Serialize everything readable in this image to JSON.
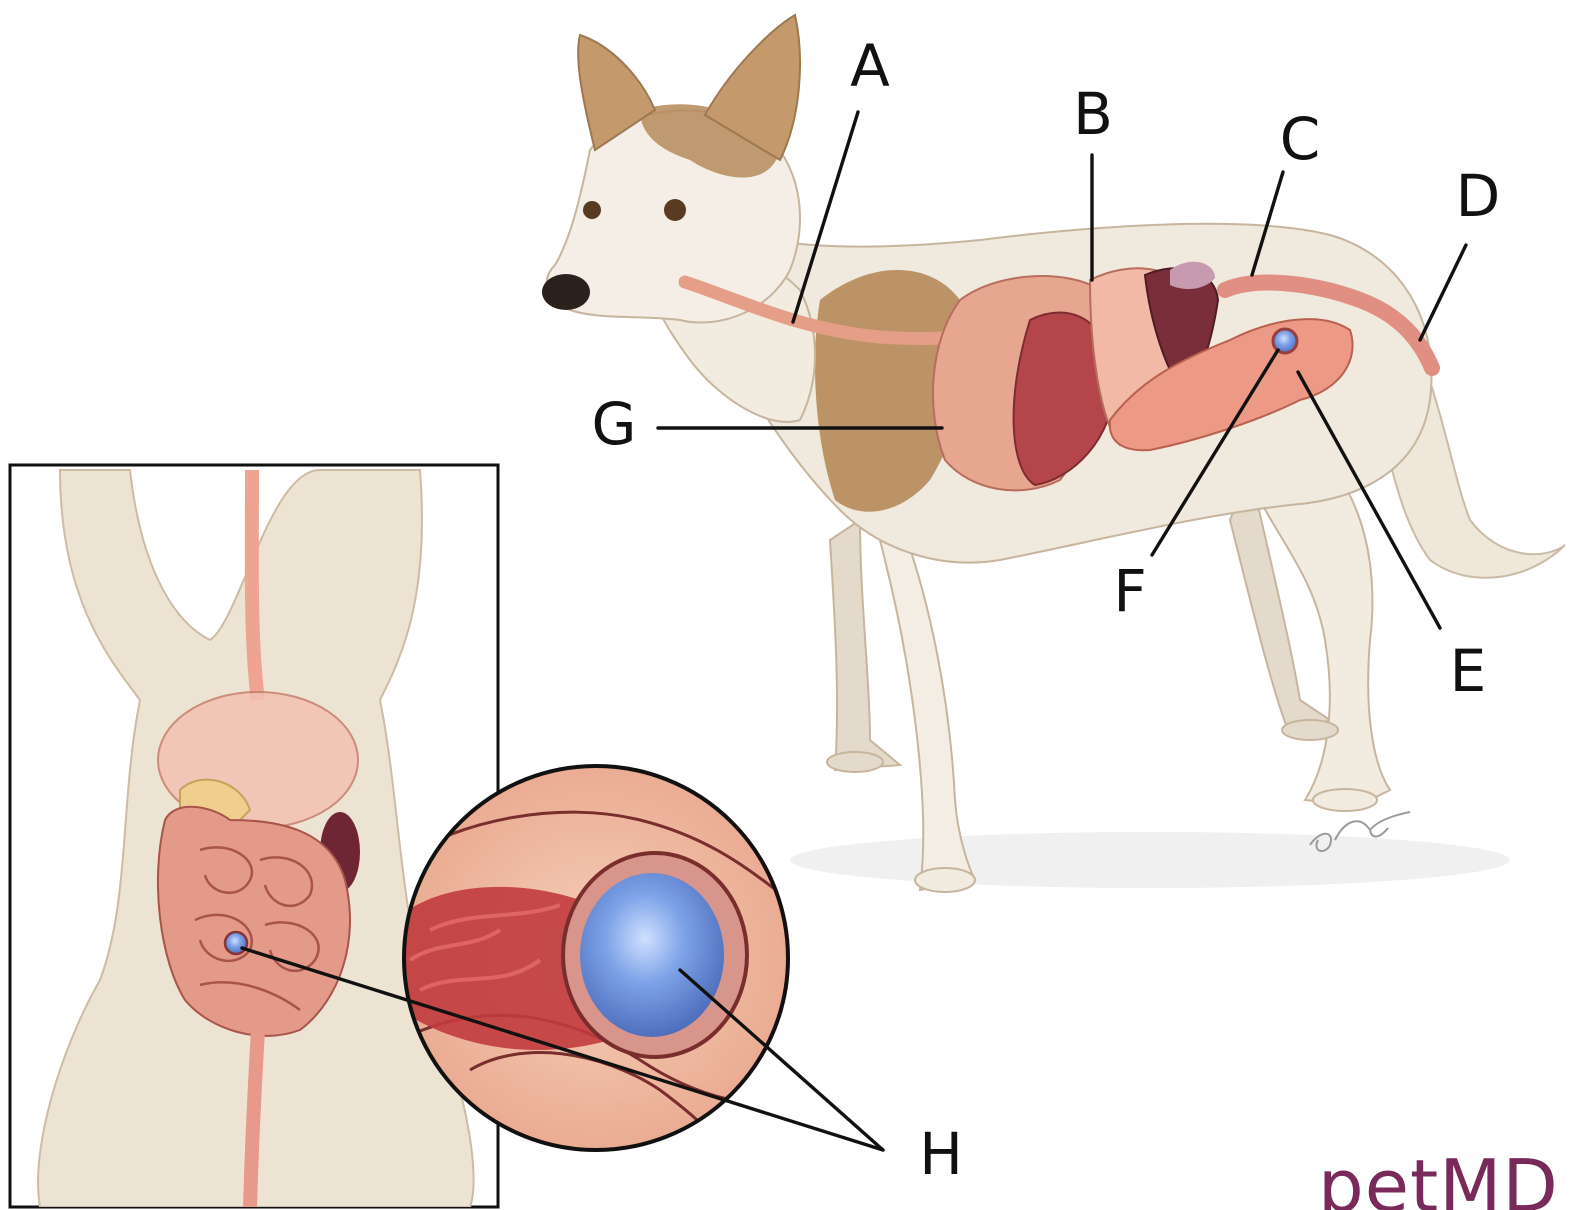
{
  "labels": {
    "A": "A",
    "B": "B",
    "C": "C",
    "D": "D",
    "E": "E",
    "F": "F",
    "G": "G",
    "H": "H"
  },
  "brand": {
    "text": "petMD",
    "color": "#7a2a5a"
  },
  "palette": {
    "fur": "#e9e0d1",
    "fur_patch": "#b58a59",
    "organ_pink": "#e59e88",
    "organ_red": "#b4454a",
    "liver": "#7a2e3a",
    "intestine": "#e78a78",
    "stone_blue": "#6f97e0",
    "line": "#111111"
  }
}
